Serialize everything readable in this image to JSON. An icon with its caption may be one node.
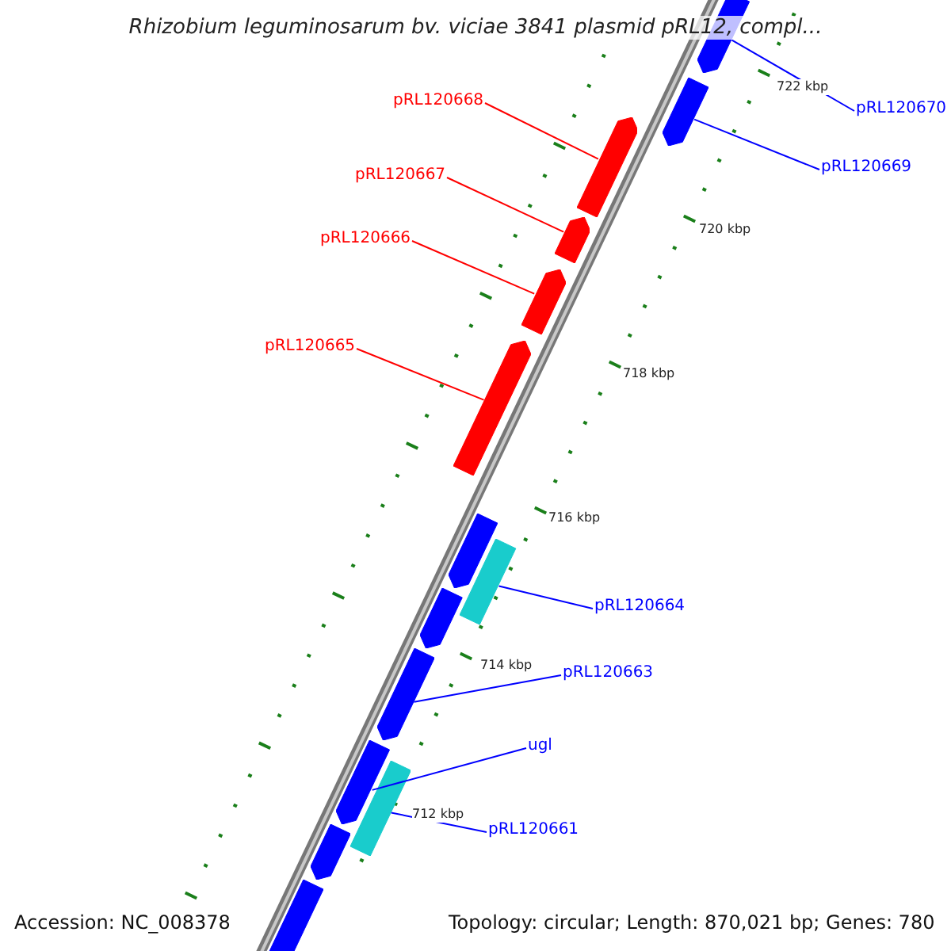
{
  "diagram": {
    "title": "Rhizobium leguminosarum bv. viciae 3841 plasmid pRL12, compl...",
    "nodes": [
      {
        "text": [
          "pRL120668"
        ]
      },
      {
        "text": [
          "pRL120670"
        ]
      },
      {
        "text": [
          "pRL120669"
        ]
      },
      {
        "text": [
          "pRL120667"
        ]
      },
      {
        "text": [
          "pRL120666"
        ]
      },
      {
        "text": [
          "pRL120665"
        ]
      },
      {
        "text": [
          "pRL120664"
        ]
      },
      {
        "text": [
          "pRL120663"
        ]
      },
      {
        "text": [
          "ugl"
        ]
      },
      {
        "text": [
          "pRL120661"
        ]
      },
      {
        "text": [],
        "shape": "arrow"
      },
      {
        "text": [],
        "shape": "arrow"
      },
      {
        "text": [],
        "shape": "arrow"
      },
      {
        "text": [],
        "shape": "arrow"
      },
      {
        "text": [],
        "shape": "arrow"
      },
      {
        "text": [],
        "shape": "arrow"
      },
      {
        "text": [],
        "shape": "bar"
      },
      {
        "text": [],
        "shape": "arrow"
      },
      {
        "text": [],
        "shape": "arrow"
      },
      {
        "text": [],
        "shape": "bar"
      },
      {
        "text": [],
        "shape": "arrow"
      },
      {
        "text": [],
        "shape": "arrow"
      },
      {
        "text": [],
        "shape": "arrow"
      },
      {
        "text": [],
        "shape": "arrow"
      }
    ],
    "edges": [
      {
        "from": 0,
        "to": 10,
        "arrow": "none",
        "color": "#ff0000"
      },
      {
        "from": 1,
        "to": 11,
        "arrow": "none"
      },
      {
        "from": 2,
        "to": 12,
        "arrow": "none"
      },
      {
        "from": 3,
        "to": 13,
        "arrow": "none",
        "color": "#ff0000"
      },
      {
        "from": 4,
        "to": 14,
        "arrow": "none",
        "color": "#ff0000"
      },
      {
        "from": 5,
        "to": 15,
        "arrow": "none",
        "color": "#ff0000"
      },
      {
        "from": 6,
        "to": 16,
        "arrow": "none"
      },
      {
        "from": 7,
        "to": 17,
        "arrow": "none"
      },
      {
        "from": 8,
        "to": 18,
        "arrow": "none"
      },
      {
        "from": 9,
        "to": 19,
        "arrow": "none"
      }
    ],
    "labels": [
      "722 kbp",
      "720 kbp",
      "718 kbp",
      "716 kbp",
      "714 kbp",
      "712 kbp",
      "Accession: NC_008378",
      "Topology: circular; Length: 870,021 bp; Genes: 780"
    ]
  }
}
